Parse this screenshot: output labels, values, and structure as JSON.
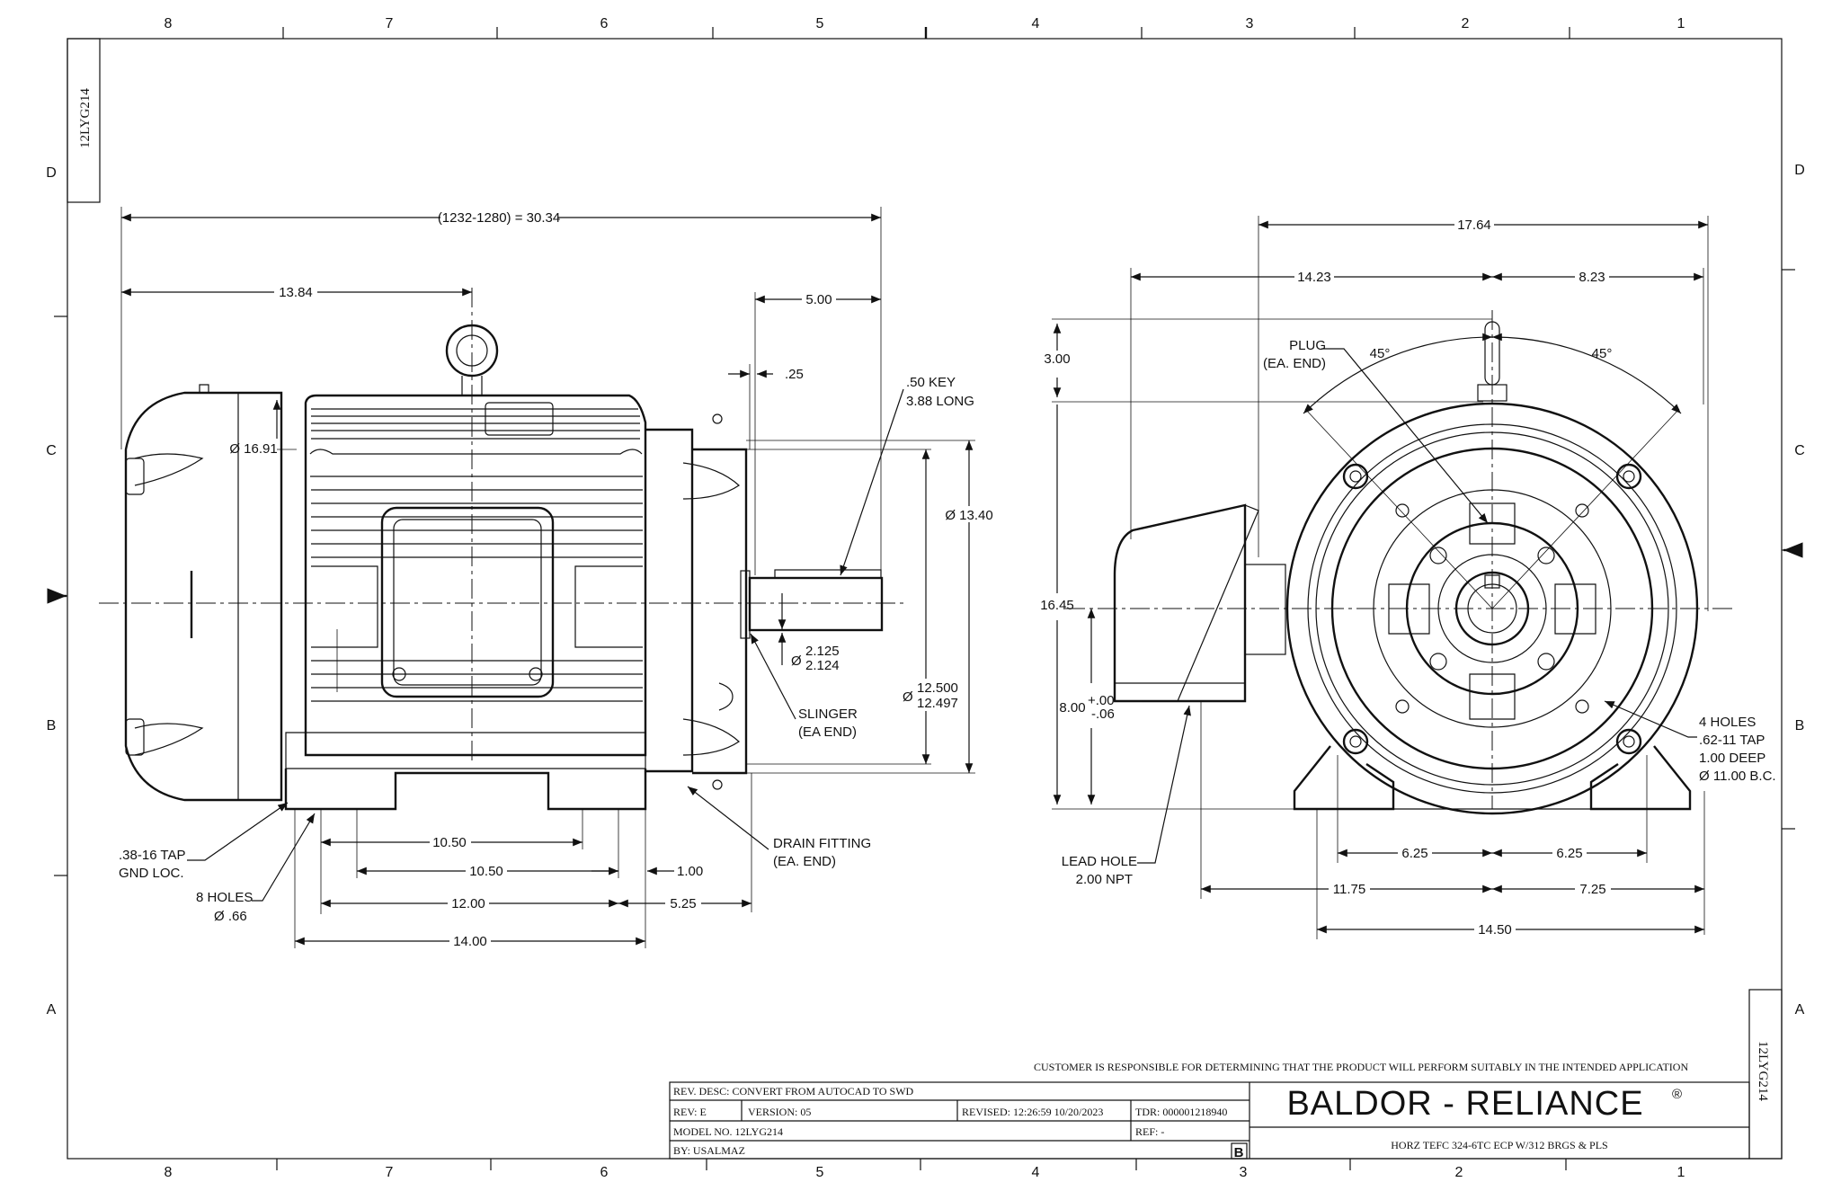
{
  "border": {
    "columns_top": [
      "8",
      "7",
      "6",
      "5",
      "4",
      "3",
      "2",
      "1"
    ],
    "columns_bottom": [
      "8",
      "7",
      "6",
      "5",
      "4",
      "3",
      "2",
      "1"
    ],
    "rows": [
      "D",
      "C",
      "B",
      "A"
    ]
  },
  "model_tag": "12LYG214",
  "side_view": {
    "dims": {
      "overall": "(1232-1280) = 30.34",
      "d_1384": "13.84",
      "d_500": "5.00",
      "d_025": ".25",
      "key_1": ".50 KEY",
      "key_2": "3.88 LONG",
      "dia_1691": "Ø 16.91",
      "dia_1340": "Ø 13.40",
      "shaft_dia_sym": "Ø",
      "shaft_dia_top": "2.125",
      "shaft_dia_bottom": "2.124",
      "pilot_dia_sym": "Ø",
      "pilot_dia_top": "12.500",
      "pilot_dia_bottom": "12.497",
      "slinger_1": "SLINGER",
      "slinger_2": "(EA END)",
      "drain_1": "DRAIN FITTING",
      "drain_2": "(EA. END)",
      "d_1050_a": "10.50",
      "d_1050_b": "10.50",
      "d_100": "1.00",
      "d_1200": "12.00",
      "d_525": "5.25",
      "d_1400": "14.00",
      "tap_1": ".38-16 TAP",
      "tap_2": "GND LOC.",
      "holes_1": "8 HOLES",
      "holes_2": "Ø .66"
    }
  },
  "end_view": {
    "dims": {
      "d_1764": "17.64",
      "d_1423": "14.23",
      "d_823": "8.23",
      "d_300": "3.00",
      "plug_1": "PLUG",
      "plug_2": "(EA. END)",
      "angle_left": "45°",
      "angle_right": "45°",
      "d_1645": "16.45",
      "d_800": "8.00",
      "tol_plus": "+.00",
      "tol_minus": "-.06",
      "holes_1": "4 HOLES",
      "holes_2": ".62-11 TAP",
      "holes_3": "1.00 DEEP",
      "holes_4": "Ø 11.00 B.C.",
      "lead_1": "LEAD HOLE",
      "lead_2": "2.00 NPT",
      "d_625_a": "6.25",
      "d_625_b": "6.25",
      "d_1175": "11.75",
      "d_725": "7.25",
      "d_1450": "14.50"
    }
  },
  "title_block": {
    "disclaimer": "CUSTOMER IS RESPONSIBLE FOR DETERMINING THAT THE PRODUCT WILL PERFORM SUITABLY IN THE INTENDED APPLICATION",
    "rev_desc": "REV. DESC: CONVERT FROM AUTOCAD TO SWD",
    "rev": "REV:  E",
    "version": "VERSION:  05",
    "revised": "REVISED:  12:26:59 10/20/2023",
    "tdr": "TDR: 000001218940",
    "model_no": "MODEL NO.  12LYG214",
    "ref": "REF:  -",
    "by": "BY: USALMAZ",
    "size_letter": "B",
    "brand": "BALDOR - RELIANCE",
    "brand_mark": "®",
    "description": "HORZ TEFC 324-6TC ECP W/312 BRGS & PLS"
  }
}
